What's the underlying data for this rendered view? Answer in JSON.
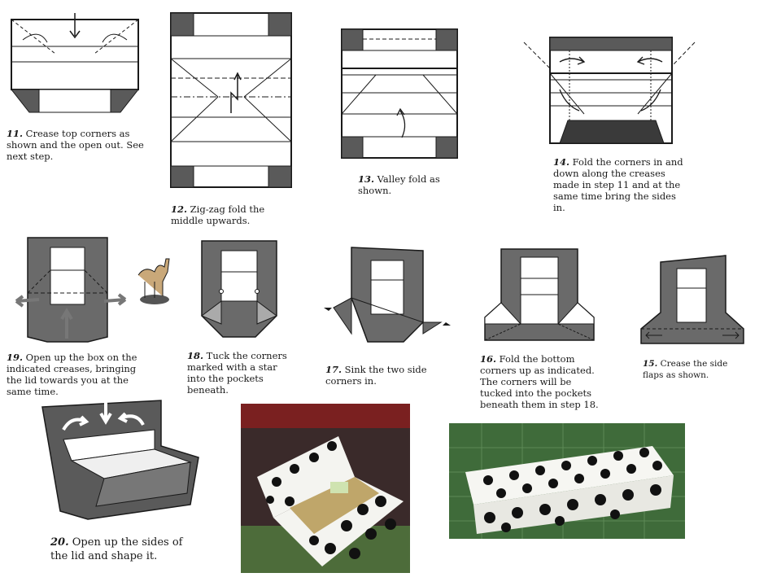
{
  "steps": [
    {
      "num": "11.",
      "text": "Crease top corners as shown and the open out. See next step."
    },
    {
      "num": "12.",
      "text": "Zig-zag fold the middle upwards."
    },
    {
      "num": "13.",
      "text": "Valley fold as shown."
    },
    {
      "num": "14.",
      "text": "Fold the corners in and down along the creases made in step 11 and at the same time bring the sides in."
    },
    {
      "num": "19.",
      "text": "Open up the box on the indicated creases, bringing the lid towards you at the same time."
    },
    {
      "num": "18.",
      "text": "Tuck the corners marked with a star into the pockets beneath."
    },
    {
      "num": "17.",
      "text": "Sink the two side corners in."
    },
    {
      "num": "16.",
      "text": "Fold the bottom corners up as indicated. The corners will be tucked into the pockets beneath them in step 18."
    },
    {
      "num": "15.",
      "text": "Crease the side flaps as shown."
    },
    {
      "num": "20.",
      "text": "Open up the sides of the lid and shape it."
    }
  ],
  "colors": {
    "paper_dark": "#5a5a5a",
    "paper_mid": "#8a8a8a",
    "line": "#1a1a1a",
    "mat_green": "#3f6b3a",
    "dot": "#111111"
  }
}
